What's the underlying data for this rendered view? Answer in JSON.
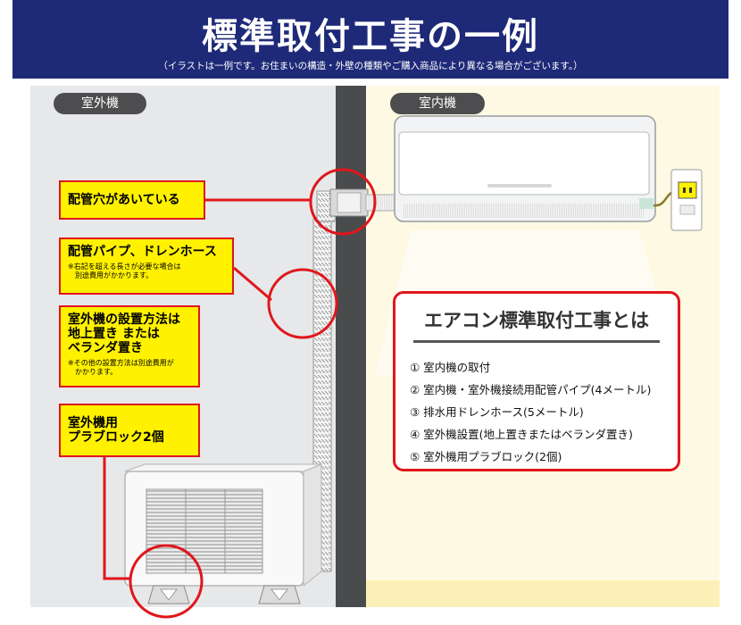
{
  "header": {
    "title": "標準取付工事の一例",
    "subtitle": "（イラストは一例です。お住まいの構造・外壁の種類やご購入商品により異なる場合がございます。）"
  },
  "labels": {
    "outdoor": "室外機",
    "indoor": "室内機"
  },
  "callouts": [
    {
      "title": "配管穴があいている",
      "note": ""
    },
    {
      "title": "配管パイプ、ドレンホース",
      "note": "※右記を超える長さが必要な場合は\n　別途費用がかかります。"
    },
    {
      "title": "室外機の設置方法は\n地上置き または\nベランダ置き",
      "note": "※その他の設置方法は別途費用が\n　かかります。"
    },
    {
      "title": "室外機用\nプラブロック2個",
      "note": ""
    }
  ],
  "info": {
    "title": "エアコン標準取付工事とは",
    "items": [
      "① 室内機の取付",
      "② 室内機・室外機接続用配管パイプ(4メートル)",
      "③ 排水用ドレンホース(5メートル)",
      "④ 室外機設置(地上置きまたはベランダ置き)",
      "⑤ 室外機用プラブロック(2個)"
    ]
  },
  "colors": {
    "banner": "#1e2a78",
    "highlight": "#fff100",
    "accent_red": "#e0161c",
    "wall": "#4a4b4d"
  }
}
